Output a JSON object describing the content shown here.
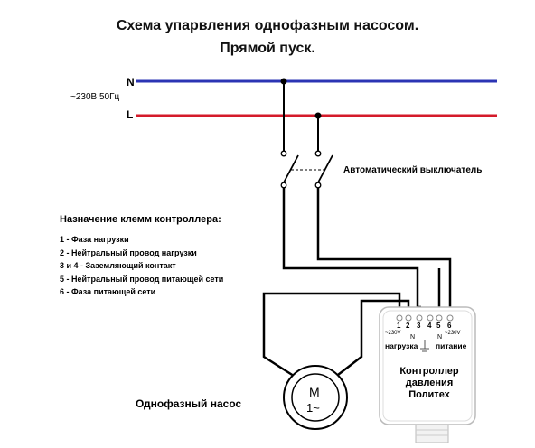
{
  "title_line1": "Схема упарвления однофазным насосом.",
  "title_line2": "Прямой пуск.",
  "supply": {
    "voltage_label": "~230В 50Гц",
    "n_label": "N",
    "l_label": "L",
    "colors": {
      "neutral": "#2b34b4",
      "phase": "#d41a2a",
      "wire": "#000000"
    }
  },
  "breaker_label": "Автоматический выключатель",
  "legend": {
    "heading": "Назначение клемм контроллера:",
    "items": [
      "1 - Фаза нагрузки",
      "2 - Нейтральный провод нагрузки",
      "3 и 4 - Заземляющий контакт",
      "5 - Нейтральный провод питающей сети",
      "6 - Фаза питающей сети"
    ]
  },
  "controller": {
    "terminals": [
      "1",
      "2",
      "3",
      "4",
      "5",
      "6"
    ],
    "left_voltage": "~230V",
    "left_n": "N",
    "right_n": "N",
    "right_voltage": "~230V",
    "load_label": "нагрузка",
    "power_label": "питание",
    "name_lines": [
      "Контроллер",
      "давления",
      "Политех"
    ]
  },
  "pump": {
    "label": "Однофазный насос",
    "motor_line1": "M",
    "motor_line2": "1~"
  }
}
